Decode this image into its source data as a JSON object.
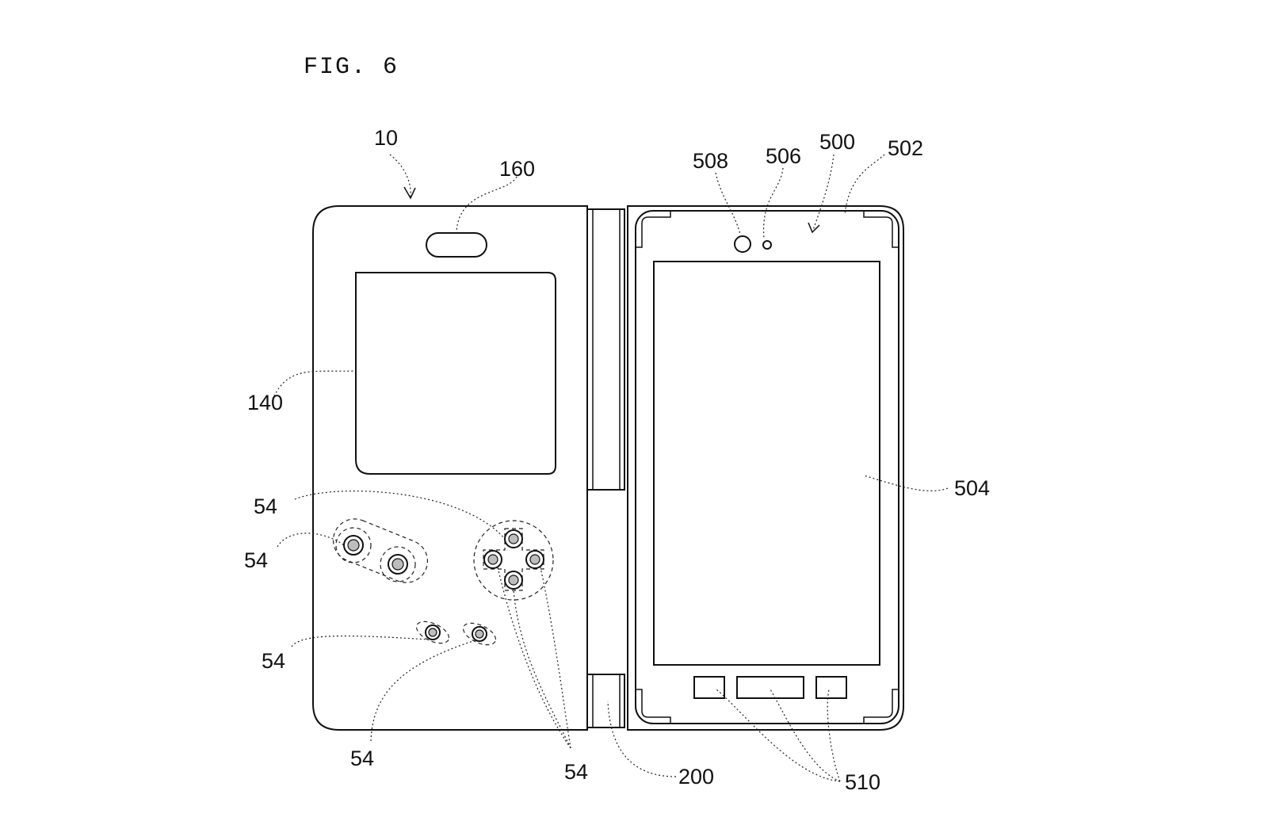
{
  "figure": {
    "title": "FIG. 6"
  },
  "labels": {
    "device": "10",
    "slot": "160",
    "window": "140",
    "buttons_a": "54",
    "buttons_b": "54",
    "buttons_c": "54",
    "buttons_d": "54",
    "buttons_e": "54",
    "hinge": "200",
    "phone": "500",
    "phone_frame": "502",
    "phone_screen": "504",
    "sensor": "506",
    "camera": "508",
    "phone_keys": "510"
  }
}
